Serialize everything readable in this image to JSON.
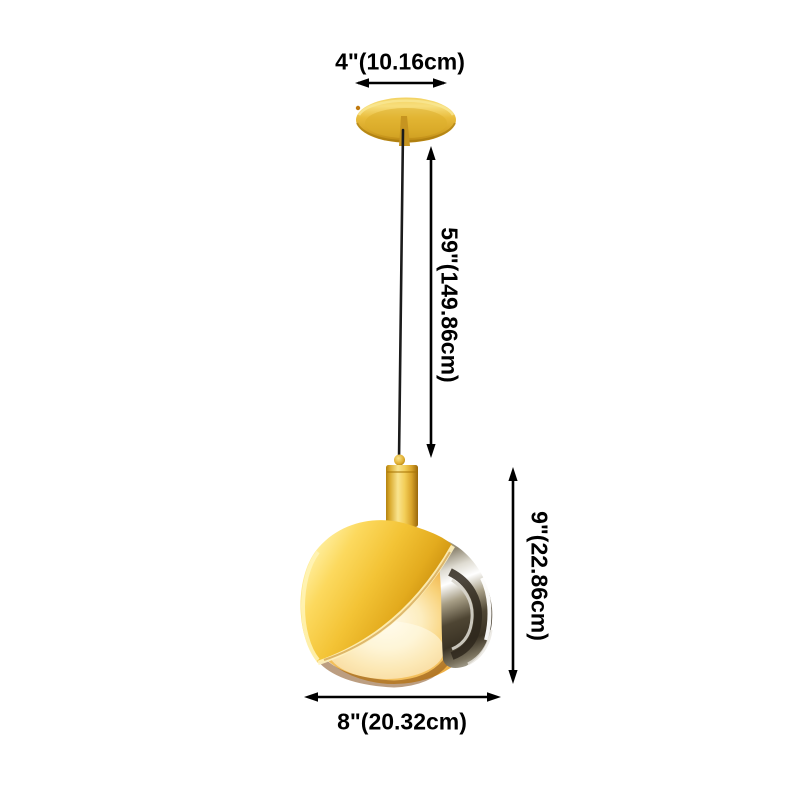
{
  "diagram": {
    "background": "#ffffff",
    "labels": {
      "canopy_width": "4\"(10.16cm)",
      "cord_length": "59\"(149.86cm)",
      "fixture_height": "9\"(22.86cm)",
      "fixture_width": "8\"(20.32cm)"
    },
    "colors": {
      "annotation": "#000000",
      "brass_gold": "#F2C43D",
      "brass_highlight": "#FFF2B8",
      "brass_deep": "#9C6A06",
      "amber_glass": "#F0B44A",
      "amber_glow": "#FFFAEB",
      "amber_deep": "#8C4A05",
      "chrome_smoke": "#4E4533",
      "chrome_highlight": "#FFFFFF",
      "cord_black": "#1B1B1B"
    },
    "parts": {
      "canopy": "ceiling-canopy",
      "cord": "pendant-cord",
      "socket": "lamp-socket",
      "gold_shade": "gold-half-shade",
      "globe": "amber-glass-globe",
      "chrome_shade": "chrome-half-shade"
    }
  }
}
